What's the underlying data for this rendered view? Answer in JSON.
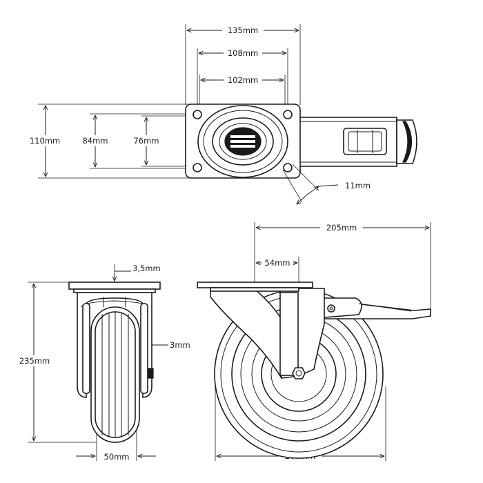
{
  "top_view": {
    "plate_width": "135mm",
    "hole_spacing_outer": "108mm",
    "hole_spacing_inner": "102mm",
    "plate_height": "110mm",
    "hole_spacing_vertical_outer": "84mm",
    "hole_spacing_vertical_inner": "76mm",
    "hole_diameter": "11mm"
  },
  "front_view": {
    "plate_thickness": "3,5mm",
    "fork_thickness": "3mm",
    "total_height": "235mm",
    "wheel_width": "50mm"
  },
  "side_view": {
    "total_length": "205mm",
    "offset": "54mm",
    "wheel_diameter": "200mm"
  },
  "colors": {
    "line": "#1a1a1a",
    "background": "#ffffff"
  }
}
